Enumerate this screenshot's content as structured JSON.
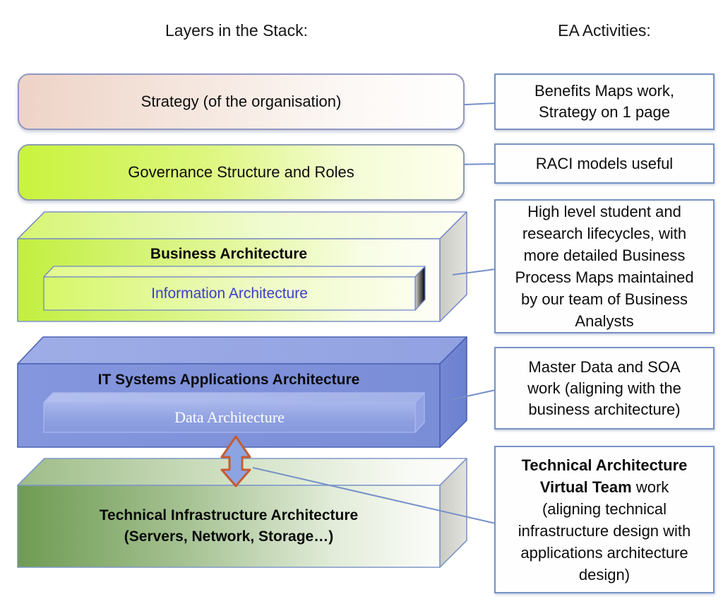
{
  "header": {
    "left": "Layers in the Stack:",
    "right": "EA Activities:"
  },
  "layers": [
    {
      "id": "strategy",
      "label": "Strategy (of the organisation)"
    },
    {
      "id": "governance",
      "label": "Governance Structure and Roles"
    },
    {
      "id": "business",
      "title": "Business Architecture",
      "inner": "Information Architecture"
    },
    {
      "id": "it-systems",
      "title": "IT Systems Applications Architecture",
      "inner": "Data Architecture"
    },
    {
      "id": "technical",
      "title_line1": "Technical Infrastructure Architecture",
      "title_line2": "(Servers, Network, Storage…)"
    }
  ],
  "activities": [
    {
      "lines": [
        "Benefits Maps work,",
        "Strategy on 1 page"
      ]
    },
    {
      "text": "RACI models useful"
    },
    {
      "text": "High level student and research lifecycles, with more detailed Business Process Maps maintained by our team of Business Analysts"
    },
    {
      "text": "Master Data and SOA work (aligning with the business architecture)"
    },
    {
      "bold": "Technical Architecture Virtual Team",
      "rest": " work (aligning technical infrastructure design with applications architecture design)"
    }
  ],
  "colors": {
    "strategy_fill": "#eed3c7",
    "governance_fill": "#c9f33d",
    "business_fill": "#c2ef3f",
    "it_fill": "#7e91da",
    "technical_fill": "#6e9b52",
    "activity_border": "#7791c7",
    "connector": "#7590c9",
    "arrow_fill": "#8da4e3",
    "arrow_stroke": "#c75b31",
    "info_text": "#3b3ec9",
    "data_text": "#ffffff"
  }
}
